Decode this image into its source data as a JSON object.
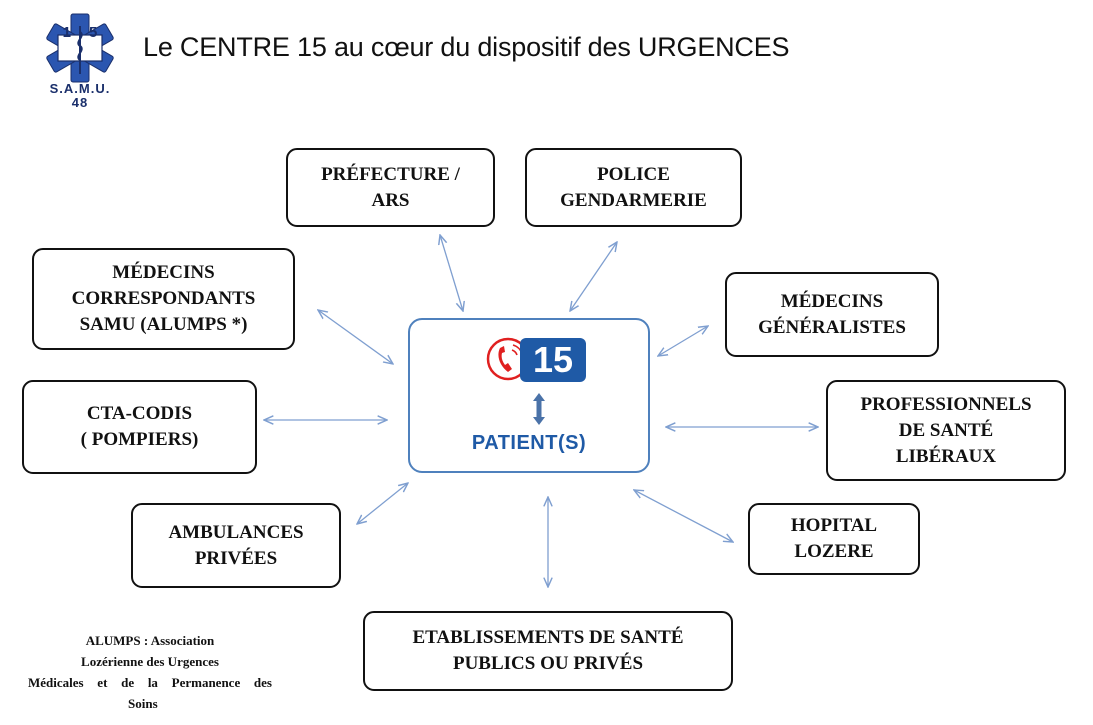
{
  "header": {
    "title": "Le CENTRE 15  au cœur du dispositif des URGENCES",
    "logo_number": "15",
    "logo_org": "S.A.M.U.",
    "logo_dept": "48"
  },
  "center": {
    "badge": "15",
    "label": "PATIENT(S)"
  },
  "nodes": {
    "prefecture": "PRÉFECTURE /\nARS",
    "police": "POLICE\nGENDARMERIE",
    "medecins_correspondants": "MÉDECINS\nCORRESPONDANTS\nSAMU (ALUMPS *)",
    "medecins_generalistes": "MÉDECINS\nGÉNÉRALISTES",
    "cta_codis": "CTA-CODIS\n(  POMPIERS)",
    "professionnels": "PROFESSIONNELS\nDE SANTÉ\nLIBÉRAUX",
    "ambulances": "AMBULANCES\nPRIVÉES",
    "hopital": "HOPITAL\nLOZERE",
    "etablissements": "ETABLISSEMENTS DE SANTÉ\nPUBLICS OU PRIVÉS"
  },
  "footnote": {
    "line1": "ALUMPS : Association",
    "line2": "Lozérienne   des  Urgences",
    "line3": "Médicales et de la Permanence des",
    "line4": "Soins"
  },
  "colors": {
    "arrow": "#7f9fd0",
    "center_border": "#4f81bd",
    "badge": "#1f5aa6",
    "phone": "#e02020",
    "logo": "#2b56b0"
  }
}
